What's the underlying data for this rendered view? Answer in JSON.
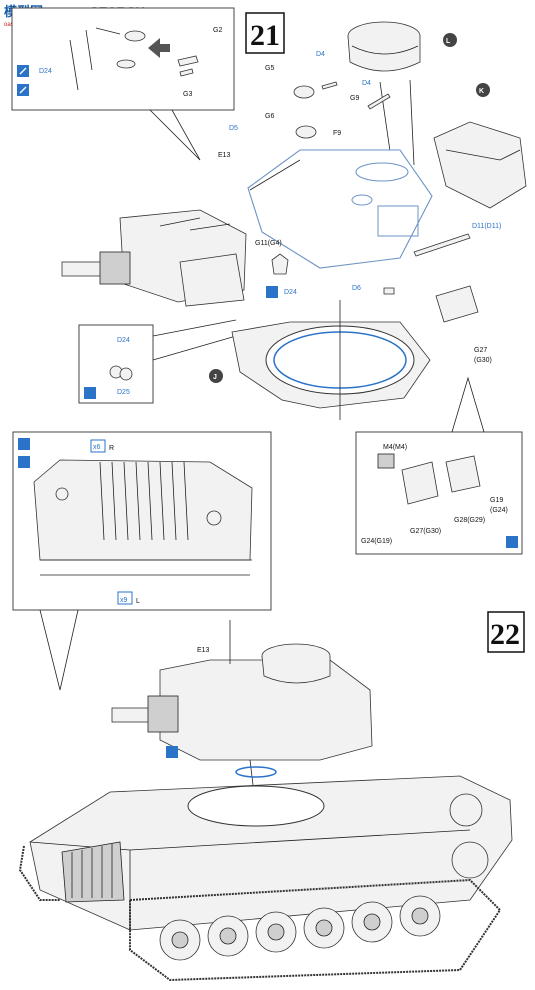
{
  "watermark": {
    "text_a": "模型网",
    "text_b": "SEARCH",
    "text_c": "oas-shop.com"
  },
  "steps": {
    "s21": "21",
    "s22": "22"
  },
  "labels": {
    "g2": "G2",
    "g3": "G3",
    "d24a": "D24",
    "l": "L",
    "k": "K",
    "g5": "G5",
    "d4a": "D4",
    "d4b": "D4",
    "g9": "G9",
    "f9": "F9",
    "g6": "G6",
    "d5": "D5",
    "e13a": "E13",
    "d11": "D11(D11)",
    "g11": "G11(G4)",
    "d24b": "D24",
    "d6": "D6",
    "g27": "G27",
    "g30": "(G30)",
    "d24c": "D24",
    "d25": "D25",
    "j": "J",
    "x6": "x6",
    "r": "R",
    "x9": "x9",
    "lbl_l": "L",
    "m4": "M4(M4)",
    "g19": "G19",
    "g24p": "(G24)",
    "g27b": "G27(G30)",
    "g28": "G28(G29)",
    "g24": "G24(G19)",
    "e13b": "E13"
  },
  "colors": {
    "accent": "#2a73c8"
  }
}
